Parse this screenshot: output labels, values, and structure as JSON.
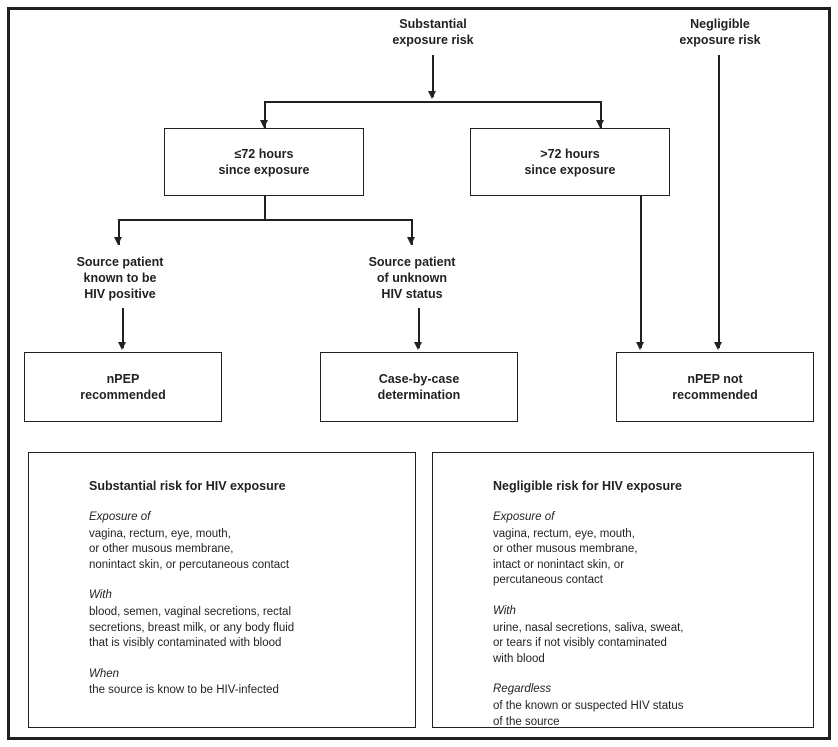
{
  "figure": {
    "nodes": {
      "substantial_exposure_risk": "Substantial\nexposure risk",
      "negligible_exposure_risk": "Negligible\nexposure risk",
      "within_72_hours": "≤72 hours\nsince exposure",
      "after_72_hours": ">72 hours\nsince exposure",
      "source_known_positive": "Source patient\nknown to be\nHIV positive",
      "source_unknown_status": "Source patient\nof unknown\nHIV status",
      "npep_recommended": "nPEP\nrecommended",
      "case_by_case": "Case-by-case\ndetermination",
      "npep_not_recommended": "nPEP not\nrecommended"
    },
    "legends": [
      {
        "title": "Substantial risk for HIV exposure",
        "groups": [
          {
            "head": "Exposure of",
            "body": "vagina, rectum, eye, mouth,\nor other musous membrane,\nnonintact skin, or percutaneous contact"
          },
          {
            "head": "With",
            "body": "blood, semen, vaginal secretions, rectal\nsecretions, breast milk, or any body fluid\nthat is visibly contaminated with blood"
          },
          {
            "head": "When",
            "body": "the source is know to be HIV-infected"
          }
        ]
      },
      {
        "title": "Negligible risk for HIV exposure",
        "groups": [
          {
            "head": "Exposure of",
            "body": "vagina, rectum, eye, mouth,\nor other musous membrane,\nintact or nonintact skin, or\npercutaneous contact"
          },
          {
            "head": "With",
            "body": "urine, nasal secretions, saliva, sweat,\nor tears if not visibly contaminated\nwith blood"
          },
          {
            "head": "Regardless",
            "body": "of the known or suspected HIV status\nof the source"
          }
        ]
      }
    ],
    "colors": {
      "line": "#231f20",
      "background": "#ffffff"
    }
  }
}
